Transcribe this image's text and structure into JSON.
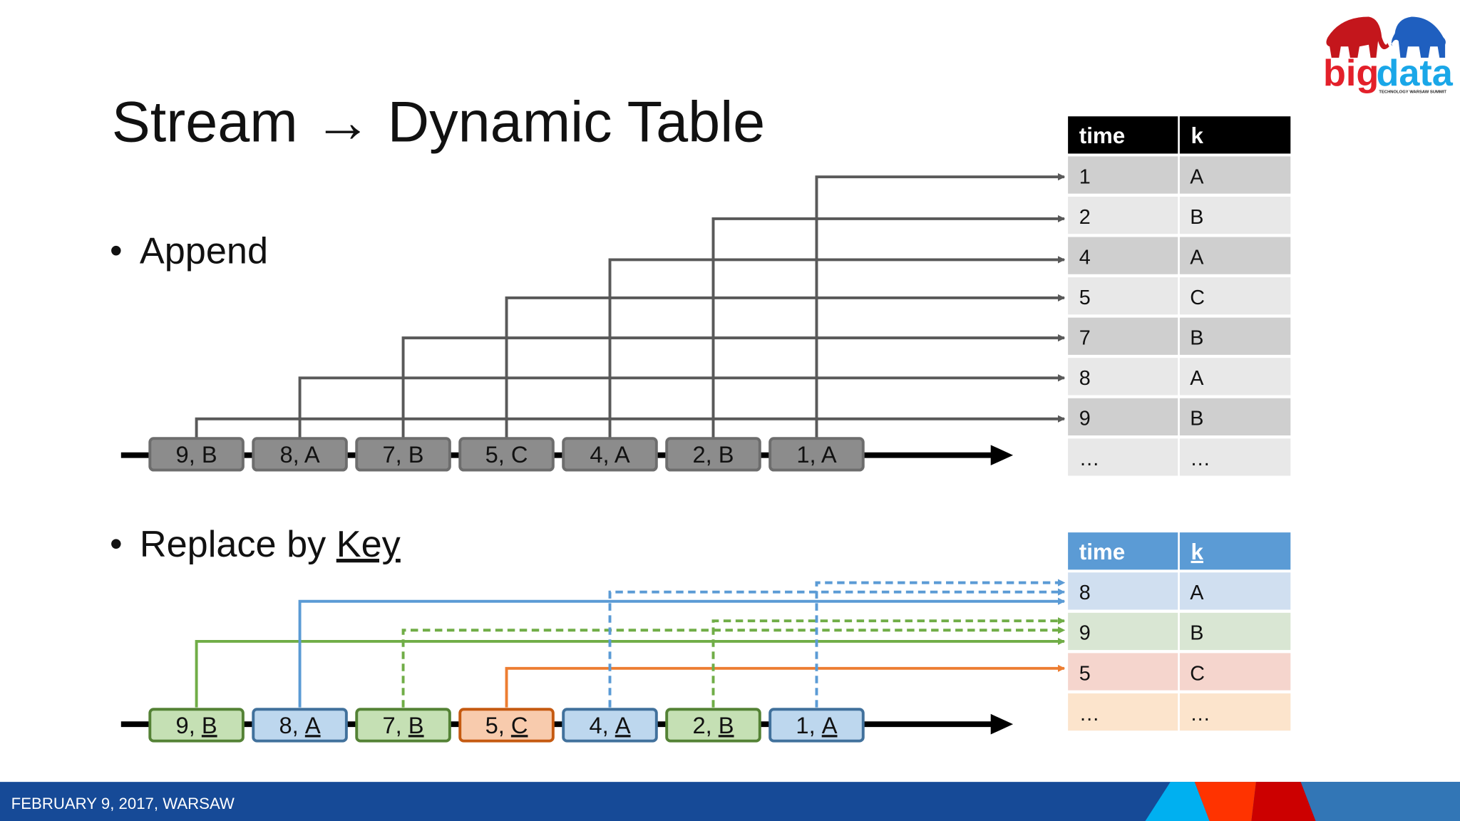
{
  "slide": {
    "title": "Stream → Dynamic Table",
    "bullets": [
      {
        "label": "Append"
      },
      {
        "label_prefix": "Replace by ",
        "label_key": "Key"
      }
    ]
  },
  "append": {
    "stream": [
      {
        "label": "9, B",
        "time": 9,
        "key": "B"
      },
      {
        "label": "8, A",
        "time": 8,
        "key": "A"
      },
      {
        "label": "7, B",
        "time": 7,
        "key": "B"
      },
      {
        "label": "5, C",
        "time": 5,
        "key": "C"
      },
      {
        "label": "4, A",
        "time": 4,
        "key": "A"
      },
      {
        "label": "2, B",
        "time": 2,
        "key": "B"
      },
      {
        "label": "1, A",
        "time": 1,
        "key": "A"
      }
    ],
    "table": {
      "headers": [
        "time",
        "k"
      ],
      "rows": [
        [
          "1",
          "A"
        ],
        [
          "2",
          "B"
        ],
        [
          "4",
          "A"
        ],
        [
          "5",
          "C"
        ],
        [
          "7",
          "B"
        ],
        [
          "8",
          "A"
        ],
        [
          "9",
          "B"
        ],
        [
          "…",
          "…"
        ]
      ]
    }
  },
  "replace": {
    "stream": [
      {
        "time": "9",
        "key": "B",
        "color": "green",
        "line": "solid",
        "target_row": 1
      },
      {
        "time": "8",
        "key": "A",
        "color": "blue",
        "line": "solid",
        "target_row": 0
      },
      {
        "time": "7",
        "key": "B",
        "color": "green",
        "line": "dashed",
        "target_row": 1
      },
      {
        "time": "5",
        "key": "C",
        "color": "orange",
        "line": "solid",
        "target_row": 2
      },
      {
        "time": "4",
        "key": "A",
        "color": "blue",
        "line": "dashed",
        "target_row": 0
      },
      {
        "time": "2",
        "key": "B",
        "color": "green",
        "line": "dashed",
        "target_row": 1
      },
      {
        "time": "1",
        "key": "A",
        "color": "blue",
        "line": "dashed",
        "target_row": 0
      }
    ],
    "table": {
      "headers": [
        "time",
        "k"
      ],
      "rows": [
        [
          "8",
          "A"
        ],
        [
          "9",
          "B"
        ],
        [
          "5",
          "C"
        ],
        [
          "…",
          "…"
        ]
      ]
    }
  },
  "colors": {
    "grey_fill": "#8c8c8c",
    "grey_stroke": "#6d6d6d",
    "connector_grey": "#595959",
    "green_fill": "#c5e0b4",
    "green_stroke": "#548235",
    "green_line": "#70ad47",
    "blue_fill": "#bdd7ee",
    "blue_stroke": "#41719c",
    "blue_line": "#5b9bd5",
    "orange_fill": "#f8cbad",
    "orange_stroke": "#c55a11",
    "orange_line": "#ed7d31",
    "footer": "#164a97"
  },
  "footer": {
    "text": "FEBRUARY 9, 2017, WARSAW"
  },
  "logo": {
    "word1": "big",
    "word2": "data",
    "tagline": "TECHNOLOGY WARSAW SUMMIT"
  }
}
